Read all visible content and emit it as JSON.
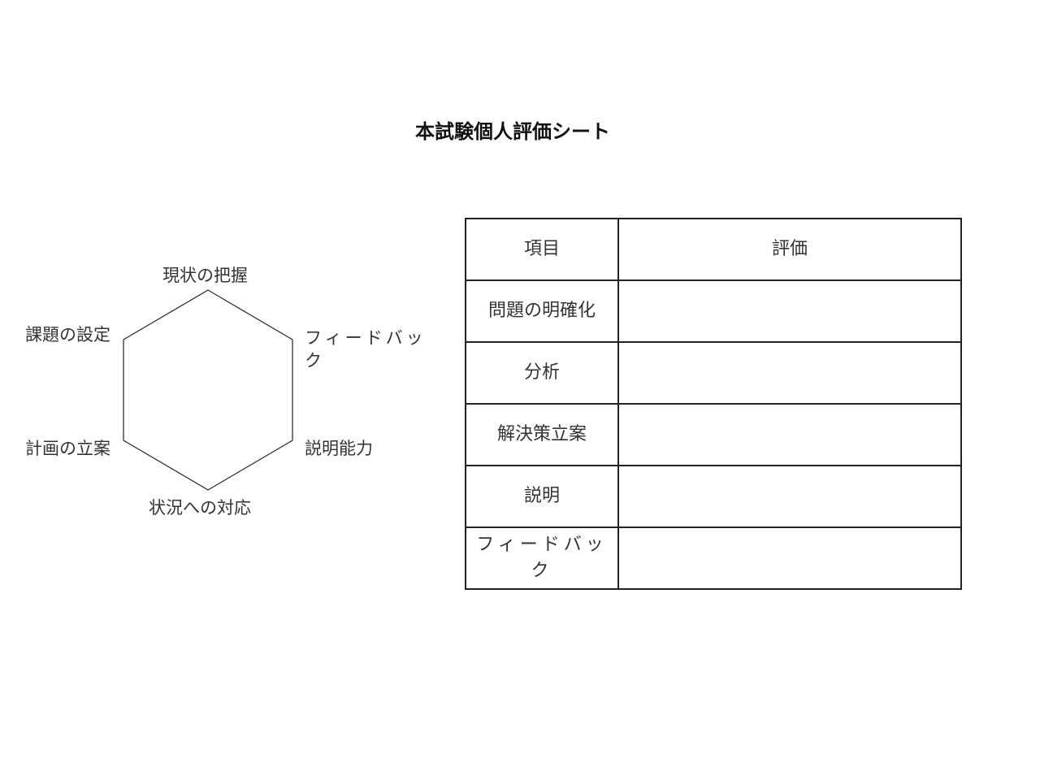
{
  "document": {
    "title": "本試験個人評価シート"
  },
  "radar": {
    "axes": [
      {
        "label": "現状の把握",
        "position": "top"
      },
      {
        "label": "フィードバック",
        "position": "upper-right"
      },
      {
        "label": "説明能力",
        "position": "lower-right"
      },
      {
        "label": "状況への対応",
        "position": "bottom"
      },
      {
        "label": "計画の立案",
        "position": "lower-left"
      },
      {
        "label": "課題の設定",
        "position": "upper-left"
      }
    ],
    "stroke_color": "#333333"
  },
  "table": {
    "headers": {
      "item": "項目",
      "evaluation": "評価"
    },
    "rows": [
      {
        "item": "問題の明確化",
        "evaluation": ""
      },
      {
        "item": "分析",
        "evaluation": ""
      },
      {
        "item": "解決策立案",
        "evaluation": ""
      },
      {
        "item": "説明",
        "evaluation": ""
      },
      {
        "item": "フィードバック",
        "evaluation": ""
      }
    ],
    "border_color": "#222222"
  }
}
